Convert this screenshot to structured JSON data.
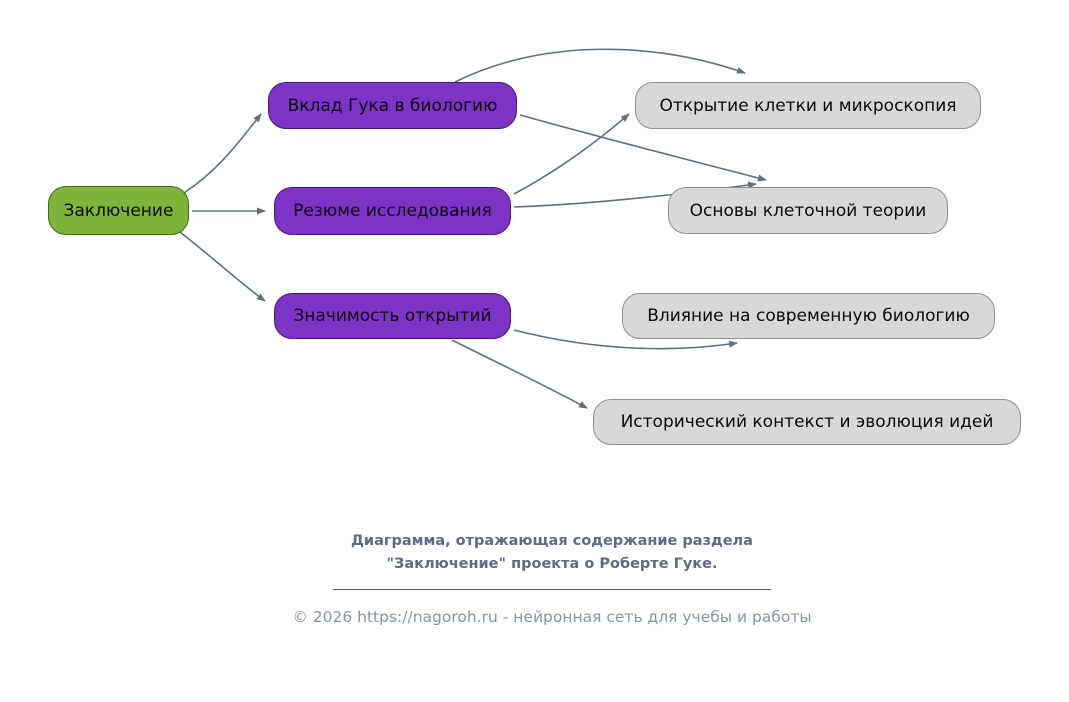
{
  "nodes": {
    "root": {
      "label": "Заключение"
    },
    "b1": {
      "label": "Вклад Гука в биологию"
    },
    "b2": {
      "label": "Резюме исследования"
    },
    "b3": {
      "label": "Значимость открытий"
    },
    "l1": {
      "label": "Открытие клетки и микроскопия"
    },
    "l2": {
      "label": "Основы клеточной теории"
    },
    "l3": {
      "label": "Влияние на современную биологию"
    },
    "l4": {
      "label": "Исторический контекст и эволюция идей"
    }
  },
  "edges": [
    {
      "from": "Заключение",
      "to": "Вклад Гука в биологию"
    },
    {
      "from": "Заключение",
      "to": "Резюме исследования"
    },
    {
      "from": "Заключение",
      "to": "Значимость открытий"
    },
    {
      "from": "Вклад Гука в биологию",
      "to": "Открытие клетки и микроскопия"
    },
    {
      "from": "Вклад Гука в биологию",
      "to": "Основы клеточной теории"
    },
    {
      "from": "Резюме исследования",
      "to": "Открытие клетки и микроскопия"
    },
    {
      "from": "Резюме исследования",
      "to": "Основы клеточной теории"
    },
    {
      "from": "Значимость открытий",
      "to": "Влияние на современную биологию"
    },
    {
      "from": "Значимость открытий",
      "to": "Исторический контекст и эволюция идей"
    }
  ],
  "caption": {
    "line1": "Диаграмма, отражающая содержание раздела",
    "line2": "\"Заключение\" проекта о Роберте Гуке."
  },
  "footer": {
    "text": "© 2026 https://nagoroh.ru - нейронная сеть для учебы и работы"
  },
  "colors": {
    "root_fill": "#7db43a",
    "branch_fill": "#7d33c6",
    "leaf_fill": "#d8d8d8",
    "arrow": "#5d7080",
    "caption_text": "#5d6b85",
    "footer_text": "#8892a6"
  }
}
